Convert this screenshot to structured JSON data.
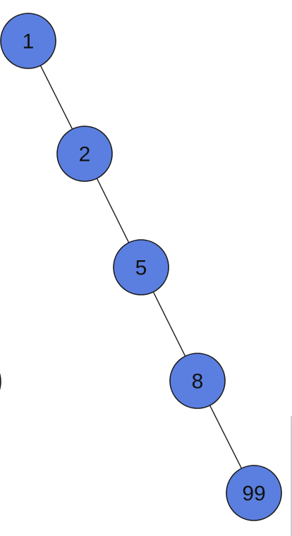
{
  "diagram": {
    "type": "binary-tree",
    "node_fill": "#5b7fe0",
    "node_stroke": "#1a1a1a",
    "edge_color": "#1a1a1a",
    "nodes": [
      {
        "id": "n1",
        "label": "1"
      },
      {
        "id": "n2",
        "label": "2"
      },
      {
        "id": "n5",
        "label": "5"
      },
      {
        "id": "n8",
        "label": "8"
      },
      {
        "id": "n99",
        "label": "99"
      }
    ],
    "edges": [
      {
        "from": "n1",
        "to": "n2"
      },
      {
        "from": "n2",
        "to": "n5"
      },
      {
        "from": "n5",
        "to": "n8"
      },
      {
        "from": "n8",
        "to": "n99"
      }
    ]
  }
}
